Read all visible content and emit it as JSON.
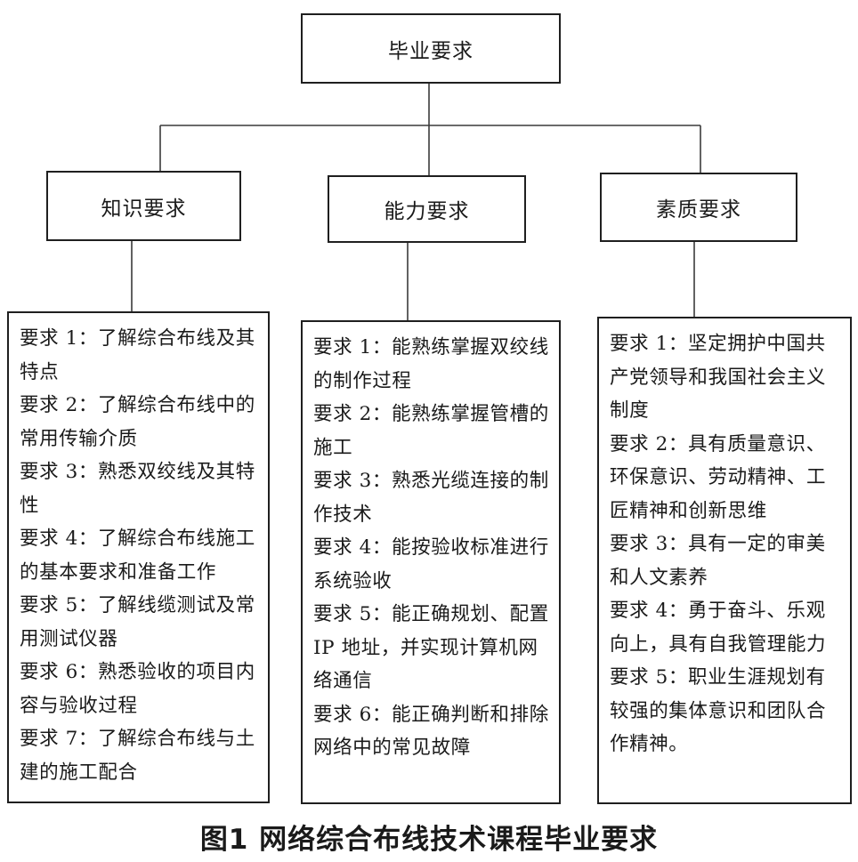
{
  "root": {
    "label": "毕业要求"
  },
  "categories": [
    {
      "label": "知识要求",
      "requirements": [
        {
          "label": "要求 1：",
          "text": "了解综合布线及其特点"
        },
        {
          "label": "要求 2：",
          "text": "了解综合布线中的常用传输介质"
        },
        {
          "label": "要求 3：",
          "text": "熟悉双绞线及其特性"
        },
        {
          "label": "要求 4：",
          "text": "了解综合布线施工的基本要求和准备工作"
        },
        {
          "label": "要求 5：",
          "text": "了解线缆测试及常用测试仪器"
        },
        {
          "label": "要求 6：",
          "text": "熟悉验收的项目内容与验收过程"
        },
        {
          "label": "要求 7：",
          "text": "了解综合布线与土建的施工配合"
        }
      ]
    },
    {
      "label": "能力要求",
      "requirements": [
        {
          "label": "要求 1：",
          "text": "能熟练掌握双绞线的制作过程"
        },
        {
          "label": "要求 2：",
          "text": "能熟练掌握管槽的施工"
        },
        {
          "label": "要求 3：",
          "text": "熟悉光缆连接的制作技术"
        },
        {
          "label": "要求 4：",
          "text": "能按验收标准进行系统验收"
        },
        {
          "label": "要求 5：",
          "text": "能正确规划、配置 IP 地址，并实现计算机网络通信"
        },
        {
          "label": "要求 6：",
          "text": "能正确判断和排除网络中的常见故障"
        }
      ]
    },
    {
      "label": "素质要求",
      "requirements": [
        {
          "label": "要求 1：",
          "text": "坚定拥护中国共产党领导和我国社会主义制度"
        },
        {
          "label": "要求 2：",
          "text": "具有质量意识、环保意识、劳动精神、工匠精神和创新思维"
        },
        {
          "label": "要求 3：",
          "text": "具有一定的审美和人文素养"
        },
        {
          "label": "要求 4：",
          "text": "勇于奋斗、乐观向上，具有自我管理能力"
        },
        {
          "label": "要求 5：",
          "text": "职业生涯规划有较强的集体意识和团队合作精神。"
        }
      ]
    }
  ],
  "caption": "图1  网络综合布线技术课程毕业要求"
}
